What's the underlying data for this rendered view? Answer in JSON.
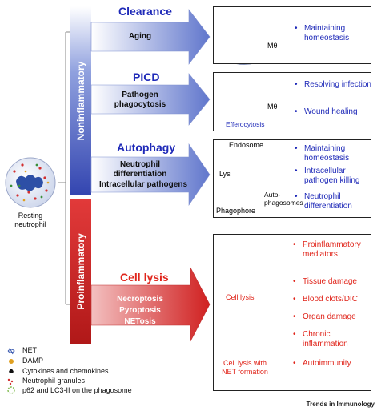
{
  "resting_neutrophil": {
    "label_line1": "Resting",
    "label_line2": "neutrophil"
  },
  "side_labels": {
    "noninflammatory": "Noninflammatory",
    "proinflammatory": "Proinflammatory"
  },
  "pathways": {
    "clearance": {
      "title": "Clearance",
      "arrow_line1": "Aging"
    },
    "picd": {
      "title": "PICD",
      "arrow_line1": "Pathogen",
      "arrow_line2": "phagocytosis"
    },
    "autophagy": {
      "title": "Autophagy",
      "arrow_line1": "Neutrophil",
      "arrow_line2": "differentiation",
      "arrow_line3": "Intracellular pathogens"
    },
    "cell_lysis": {
      "title": "Cell lysis",
      "arrow_line1": "Necroptosis",
      "arrow_line2": "Pyroptosis",
      "arrow_line3": "NETosis"
    }
  },
  "panels": {
    "clearance": {
      "cell_label": "Mθ",
      "outcomes": [
        "Maintaining homeostasis"
      ]
    },
    "picd": {
      "cell_label": "Mθ",
      "caption": "Efferocytosis",
      "outcomes": [
        "Resolving infection",
        "Wound healing"
      ]
    },
    "autophagy": {
      "labels": {
        "endosome": "Endosome",
        "lys": "Lys",
        "autophagosomes": "Auto-\nphagosomes",
        "phagophore": "Phagophore"
      },
      "outcomes": [
        "Maintaining homeostasis",
        "Intracellular pathogen killing",
        "Neutrophil differentiation"
      ]
    },
    "cell_lysis": {
      "caption1": "Cell lysis",
      "caption2_line1": "Cell lysis with",
      "caption2_line2": "NET formation",
      "outcomes": [
        "Proinflammatory mediators",
        "Tissue damage",
        "Blood clots/DIC",
        "Organ damage",
        "Chronic inflammation",
        "Autoimmunity"
      ]
    }
  },
  "legend": [
    {
      "icon": "net-icon",
      "label": "NET"
    },
    {
      "icon": "damp-icon",
      "label": "DAMP"
    },
    {
      "icon": "cytokine-icon",
      "label": "Cytokines and chemokines"
    },
    {
      "icon": "granules-icon",
      "label": "Neutrophil granules"
    },
    {
      "icon": "p62-ring-icon",
      "label": "p62 and LC3-II on the phagosome"
    }
  ],
  "journal": "Trends in Immunology",
  "colors": {
    "blue": "#1f2ab8",
    "red": "#e0251b",
    "arrow_blue": "#5a6fc8",
    "arrow_red": "#d62a2a"
  }
}
